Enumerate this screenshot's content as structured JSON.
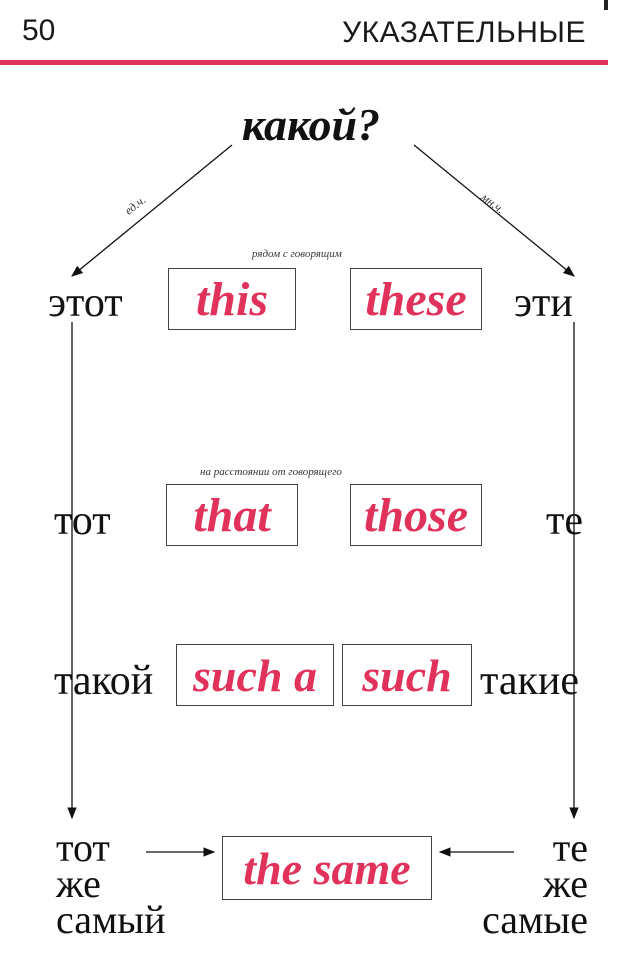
{
  "header": {
    "page_number": "50",
    "section_title": "УКАЗАТЕЛЬНЫЕ",
    "rule_color": "#e0325a"
  },
  "question": "какой?",
  "branch_labels": {
    "singular": "ед.ч.",
    "plural": "мн.ч."
  },
  "groups": {
    "near": {
      "caption": "рядом с говорящим",
      "ru_singular": "этот",
      "en_singular": "this",
      "en_plural": "these",
      "ru_plural": "эти"
    },
    "far": {
      "caption": "на расстоянии от говорящего",
      "ru_singular": "тот",
      "en_singular": "that",
      "en_plural": "those",
      "ru_plural": "те"
    },
    "such": {
      "ru_singular": "такой",
      "en_singular": "such a",
      "en_plural": "such",
      "ru_plural": "такие"
    },
    "same": {
      "ru_singular": [
        "тот",
        "же",
        "самый"
      ],
      "en": "the same",
      "ru_plural": [
        "те",
        "же",
        "самые"
      ]
    }
  },
  "colors": {
    "accent": "#e0325a",
    "text": "#111111"
  }
}
